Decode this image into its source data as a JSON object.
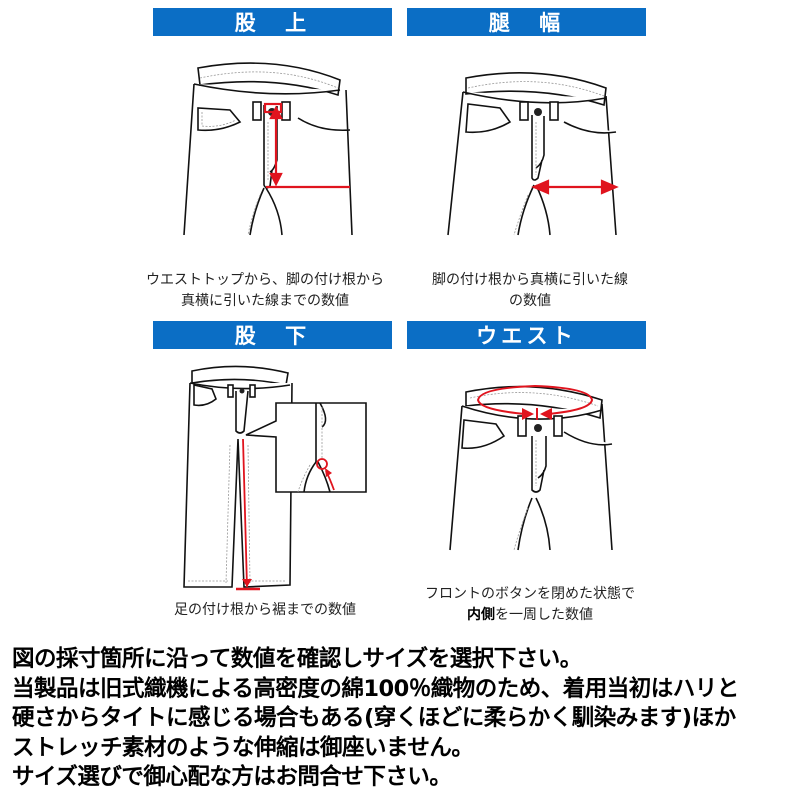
{
  "panels": [
    {
      "id": "rise",
      "title": "股　上",
      "caption_lines": [
        "ウエストトップから、脚の付け根から",
        "真横に引いた線までの数値"
      ]
    },
    {
      "id": "thigh",
      "title": "腿　幅",
      "caption_lines": [
        "脚の付け根から真横に引いた線",
        "の数値"
      ]
    },
    {
      "id": "inseam",
      "title": "股　下",
      "caption_lines": [
        "足の付け根から裾までの数値"
      ]
    },
    {
      "id": "waist",
      "title": "ウエスト",
      "caption_line1": "フロントのボタンを閉めた状態で",
      "caption_line2_bold": "内側",
      "caption_line2_rest": "を一周した数値"
    }
  ],
  "notes": [
    "図の採寸箇所に沿って数値を確認しサイズを選択下さい。",
    "当製品は旧式織機による高密度の綿100％織物のため、着用当初はハリと",
    "硬さからタイトに感じる場合もある(穿くほどに柔らかく馴染みます)ほか",
    "ストレッチ素材のような伸縮は御座いません。",
    "サイズ選びで御心配な方はお問合せ下さい。"
  ],
  "colors": {
    "header_blue": "#0b6ec5",
    "measure_red": "#e0141e"
  }
}
